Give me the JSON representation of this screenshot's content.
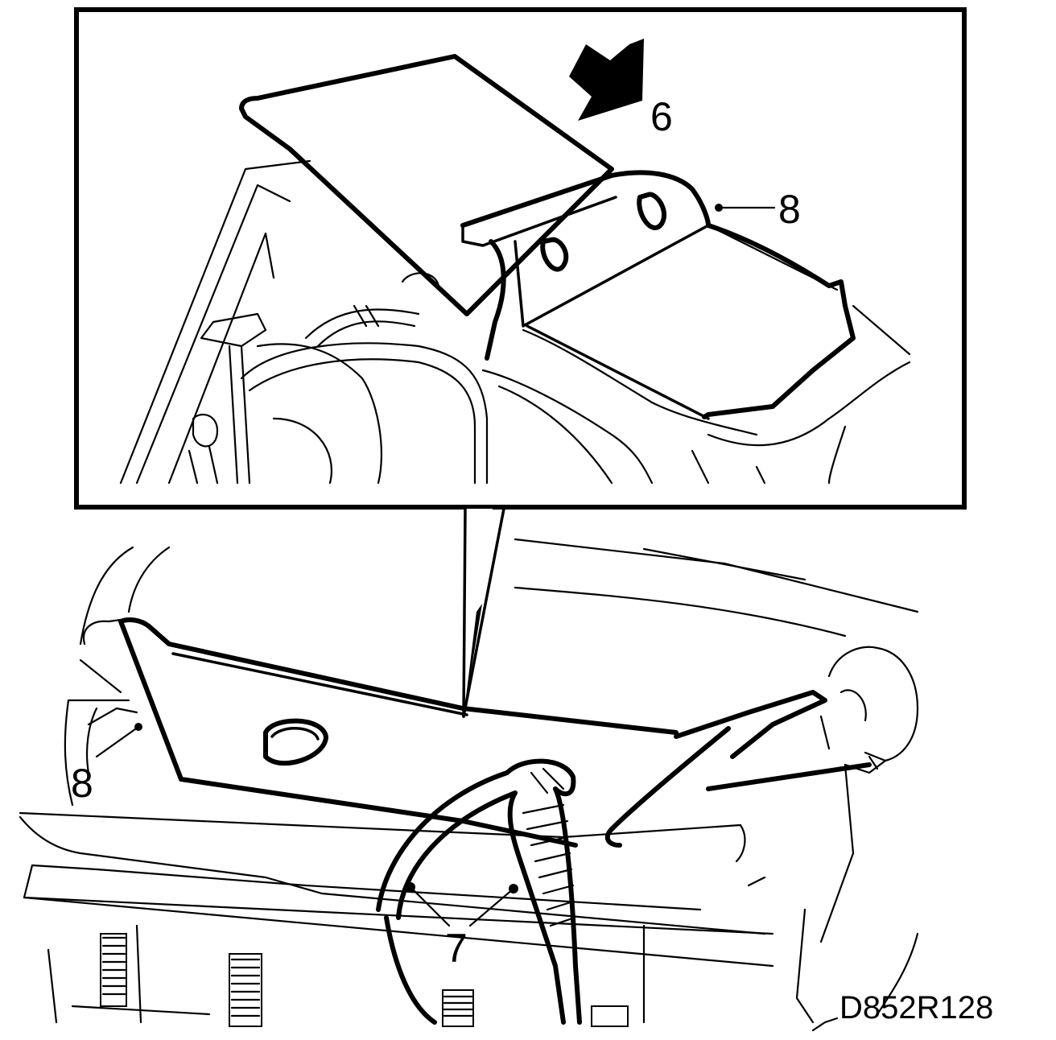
{
  "callouts": {
    "arrow_label": "6",
    "bracket_top_label": "8",
    "bracket_bottom_label": "8",
    "cable_label": "7"
  },
  "figure_code": "D852R128",
  "colors": {
    "line": "#000000",
    "background": "#ffffff"
  }
}
